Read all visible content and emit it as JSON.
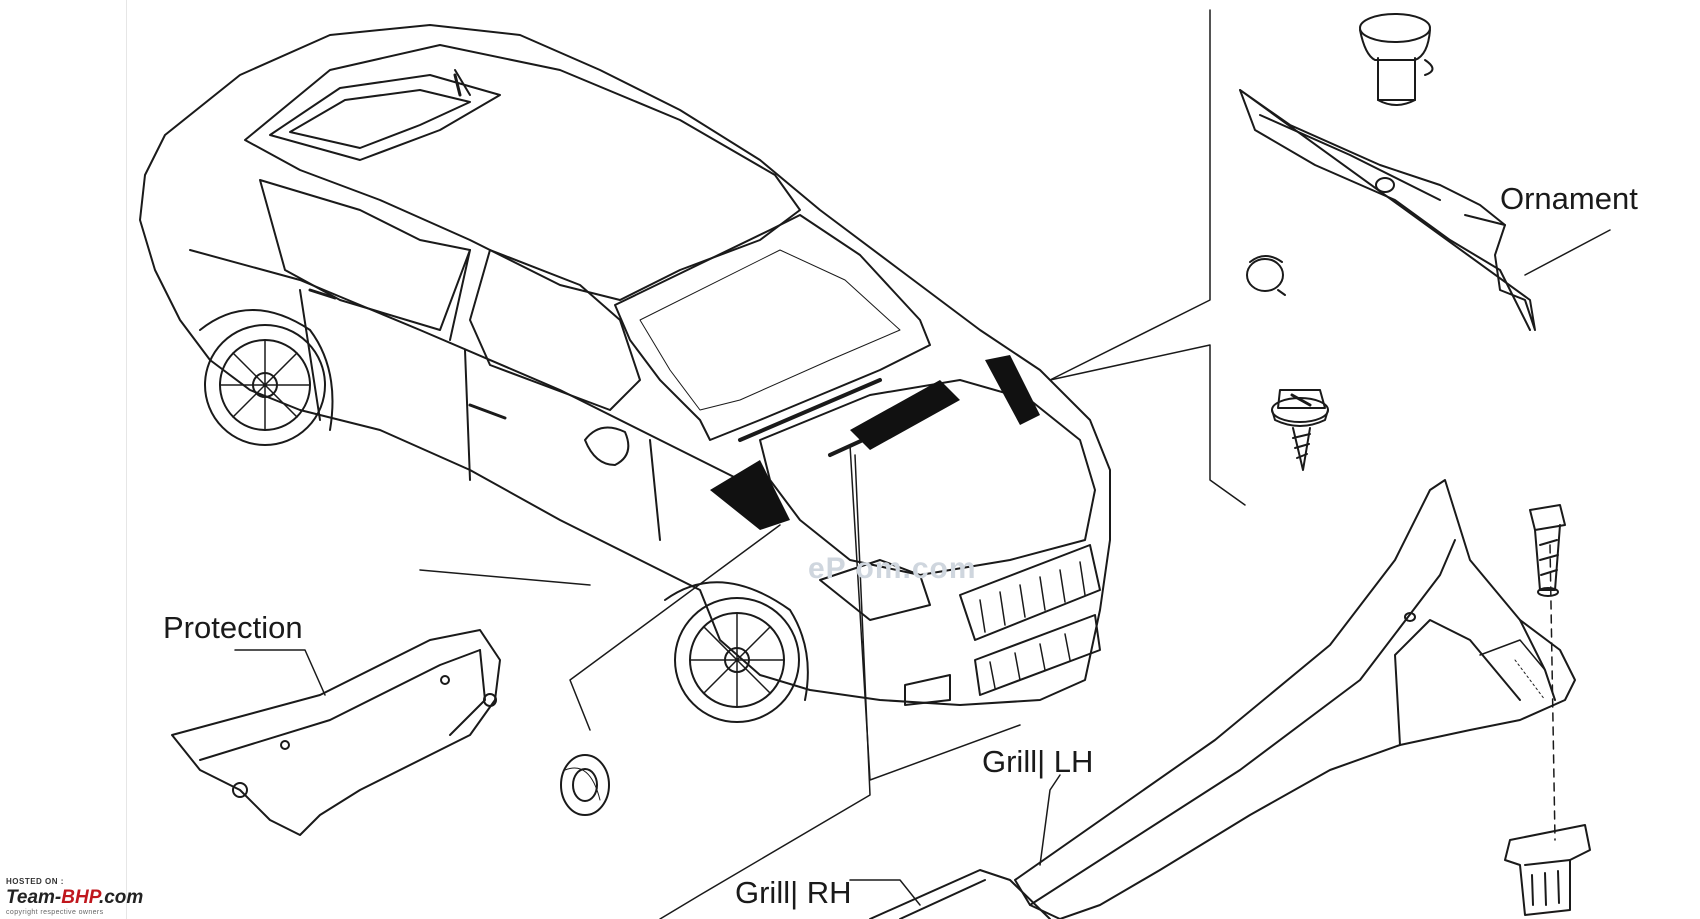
{
  "labels": {
    "ornament": "Ornament",
    "protection": "Protection",
    "grill_lh": "Grill| LH",
    "grill_rh": "Grill| RH"
  },
  "watermark": "eP  om.com",
  "credit": {
    "hosted_on": "HOSTED ON :",
    "logo_prefix": "Team-",
    "logo_accent": "BHP",
    "logo_suffix": ".com",
    "copyright": "copyright respective owners"
  },
  "colors": {
    "line": "#1a1a1a",
    "fill_dark": "#111111",
    "paper": "#ffffff",
    "logo_accent": "#c0171d"
  }
}
